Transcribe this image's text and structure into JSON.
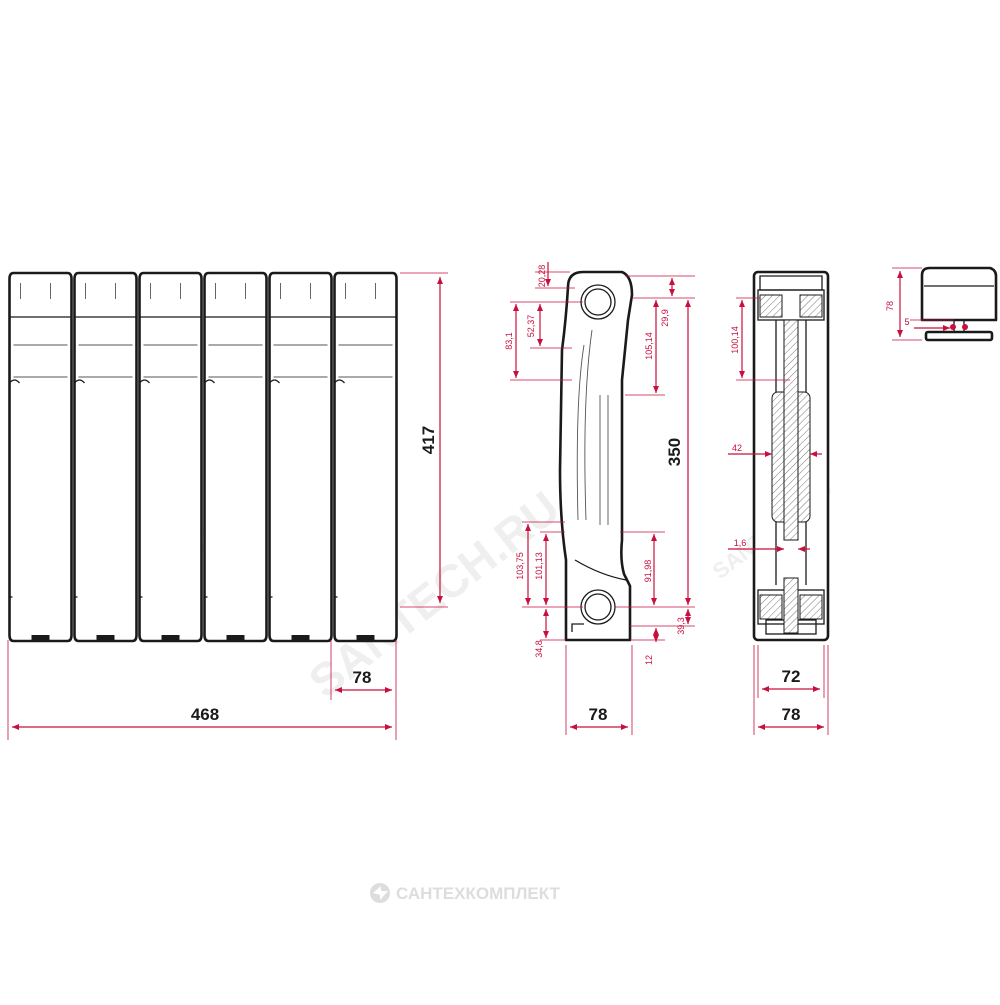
{
  "colors": {
    "dimension": "#c8103e",
    "outline": "#1a1a1a",
    "background": "#ffffff",
    "watermark": "#efefef",
    "footer_logo": "#dddddd"
  },
  "front_view": {
    "sections": 6,
    "overall_width": "468",
    "overall_height": "417",
    "section_width": "78"
  },
  "side_view": {
    "dims": {
      "top_20_28": "20,28",
      "top_52_37": "52,37",
      "top_83_1": "83,1",
      "top_29_9": "29,9",
      "top_105_14": "105,14",
      "axis_350": "350",
      "bot_103_75": "103,75",
      "bot_101_13": "101,13",
      "bot_91_98": "91,98",
      "bot_39_3": "39,3",
      "bot_34_8": "34,8",
      "bot_12": "12",
      "depth_78": "78"
    }
  },
  "section_view": {
    "dims": {
      "top_100_14": "100,14",
      "wall_42": "42",
      "wall_1_6": "1,6",
      "inner_72": "72",
      "outer_78": "78"
    }
  },
  "top_view": {
    "dims": {
      "height_78": "78",
      "gap_5": "5"
    }
  },
  "watermarks": {
    "main": "SANTECH.RU"
  },
  "footer": {
    "logo_icon": "company-logo-icon",
    "brand": "САНТЕХКОМПЛЕКТ"
  }
}
